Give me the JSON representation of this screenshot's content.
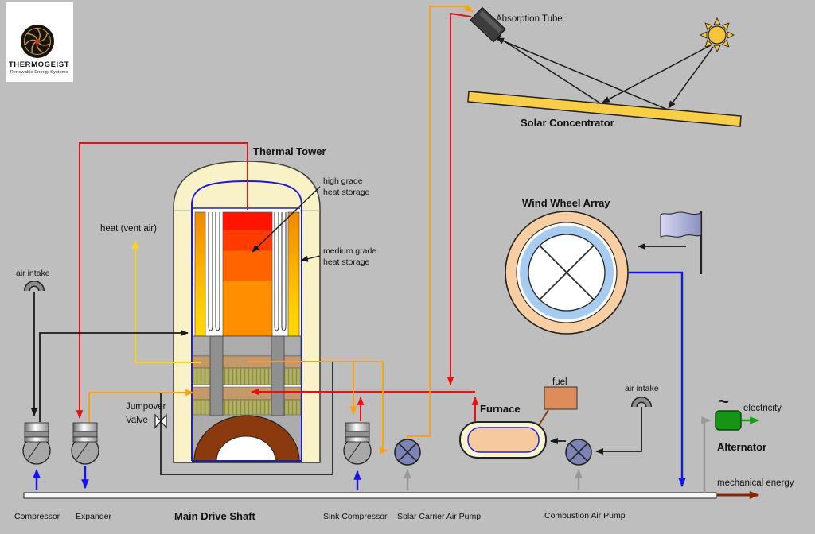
{
  "diagram_title": "Thermogeist renewable energy system diagram",
  "logo": {
    "title": "THERMOGEIST",
    "subtitle": "Renewable Energy Systems"
  },
  "labels": {
    "absorption_tube": "Absorption Tube",
    "solar_concentrator": "Solar Concentrator",
    "thermal_tower": "Thermal Tower",
    "wind_wheel_array": "Wind Wheel Array",
    "high_grade": {
      "line1": "high grade",
      "line2": "heat storage"
    },
    "medium_grade": {
      "line1": "medium grade",
      "line2": "heat storage"
    },
    "heat_vent": "heat (vent air)",
    "air_intake_left": "air intake",
    "air_intake_right": "air intake",
    "jumpover": {
      "line1": "Jumpover",
      "line2": "Valve"
    },
    "furnace": "Furnace",
    "fuel": "fuel",
    "electricity": "electricity",
    "alternator": "Alternator",
    "ac_symbol": "~",
    "mechanical_energy": "mechanical energy",
    "compressor": "Compressor",
    "expander": "Expander",
    "main_drive_shaft": "Main Drive Shaft",
    "sink_compressor": "Sink Compressor",
    "solar_carrier_air_pump": "Solar Carrier Air Pump",
    "combustion_air_pump": "Combustion Air Pump"
  },
  "colors": {
    "background": "#BEBEBE",
    "hot_line_red": "#E81010",
    "warm_line_orange": "#FFA014",
    "vent_line_gold": "#FFD213",
    "work_line_blue": "#1414E6",
    "mech_line_gray": "#999999",
    "electricity_green": "#0FA00F",
    "mech_energy_darkred": "#8B2500",
    "fuel_arrow_brown": "#8B3A10",
    "tower_cream": "#F8F2C6",
    "tower_blue_liner": "#1A1AD8",
    "storage_tan": "#C49A6C",
    "storage_olive": "#B2B264",
    "arch_brown": "#8B3A10",
    "wheel_peach": "#F7CFA2",
    "wheel_blue": "#A8CCF0",
    "pump_slate": "#7B84B4",
    "alternator_green": "#169416",
    "fuel_box": "#DE8C5A",
    "furnace_inner": "#F6C99E",
    "concentrator_yellow": "#F7CE46"
  }
}
